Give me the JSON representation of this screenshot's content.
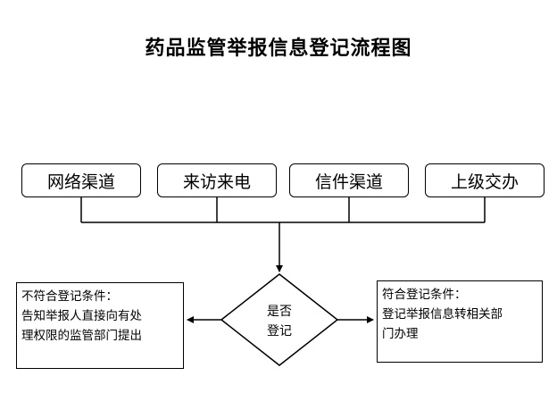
{
  "title": "药品监管举报信息登记流程图",
  "channels": [
    {
      "label": "网络渠道"
    },
    {
      "label": "来访来电"
    },
    {
      "label": "信件渠道"
    },
    {
      "label": "上级交办"
    }
  ],
  "decision": {
    "line1": "是否",
    "line2": "登记"
  },
  "left_box": {
    "heading": "不符合登记条件：",
    "line1": "告知举报人直接向有处",
    "line2": "理权限的监管部门提出"
  },
  "right_box": {
    "heading": "符合登记条件：",
    "line1": "登记举报信息转相关部",
    "line2": "门办理"
  }
}
